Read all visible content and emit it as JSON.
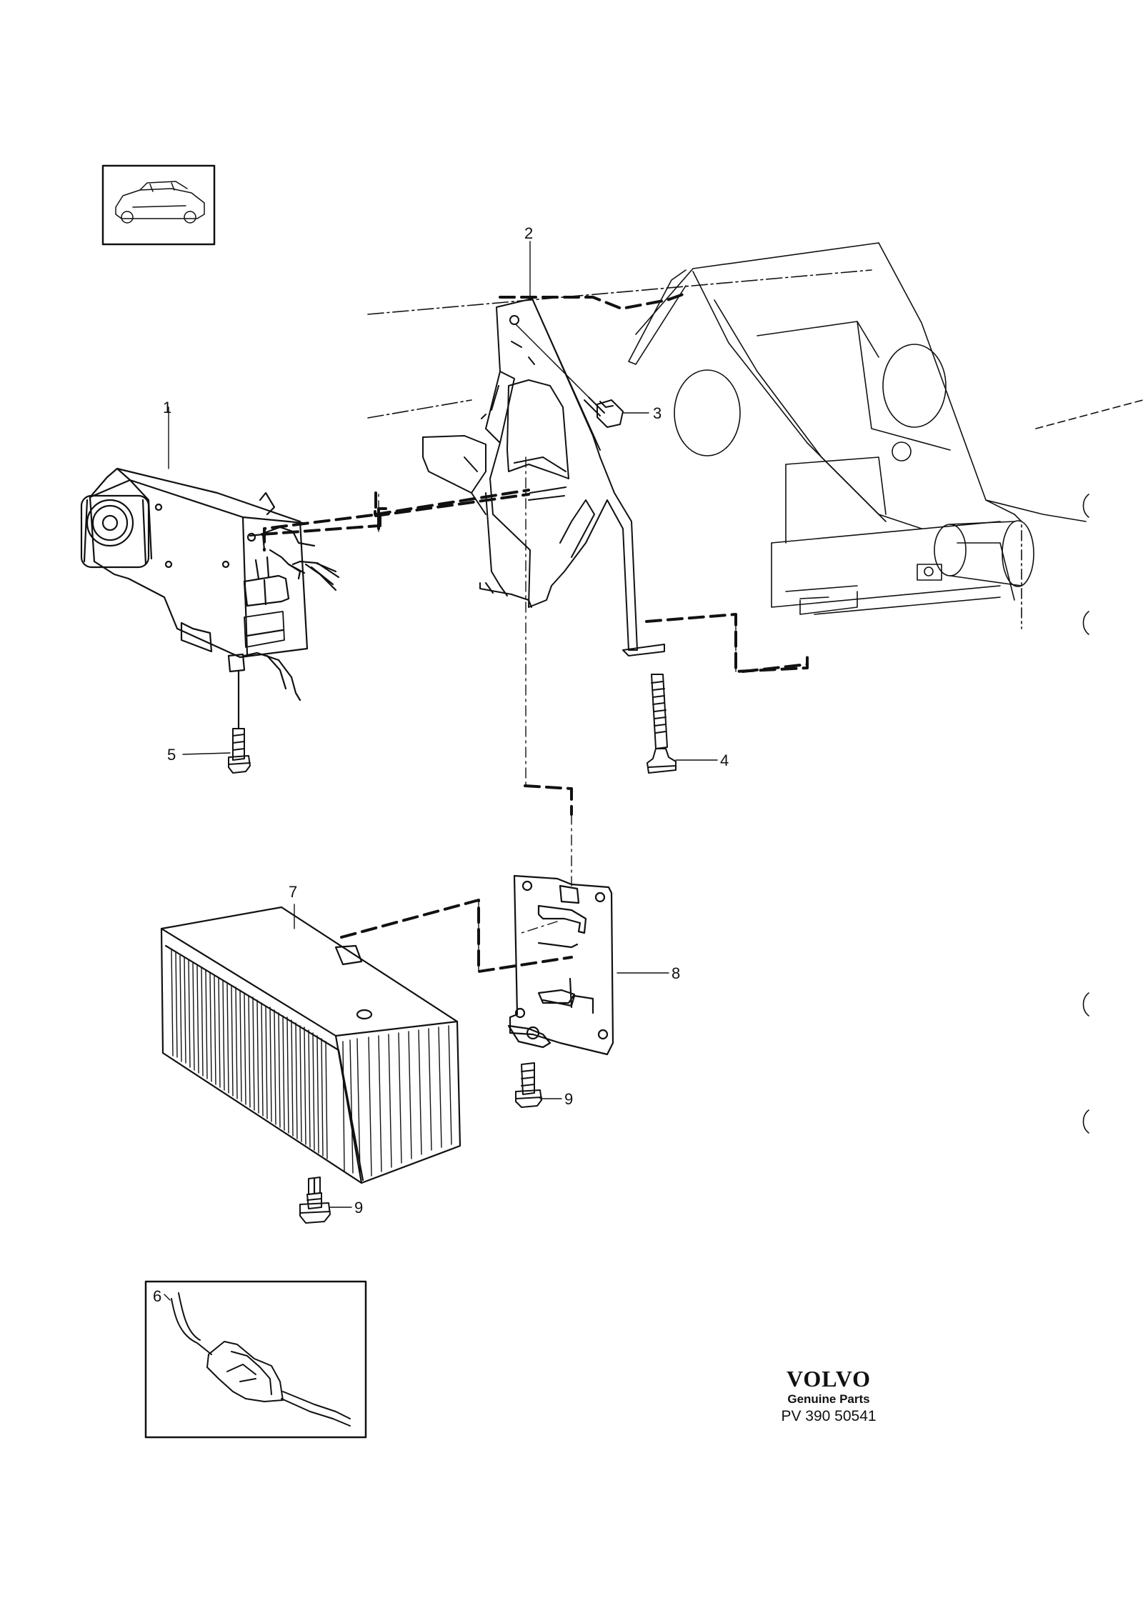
{
  "callouts": {
    "c1": "1",
    "c2": "2",
    "c3": "3",
    "c4": "4",
    "c5": "5",
    "c6": "6",
    "c7": "7",
    "c8": "8",
    "c9a": "9",
    "c9b": "9"
  },
  "brand": {
    "logo": "VOLVO",
    "subtitle": "Genuine Parts",
    "code": "PV 390 50541"
  },
  "colors": {
    "ink": "#111111",
    "paper": "#ffffff"
  }
}
